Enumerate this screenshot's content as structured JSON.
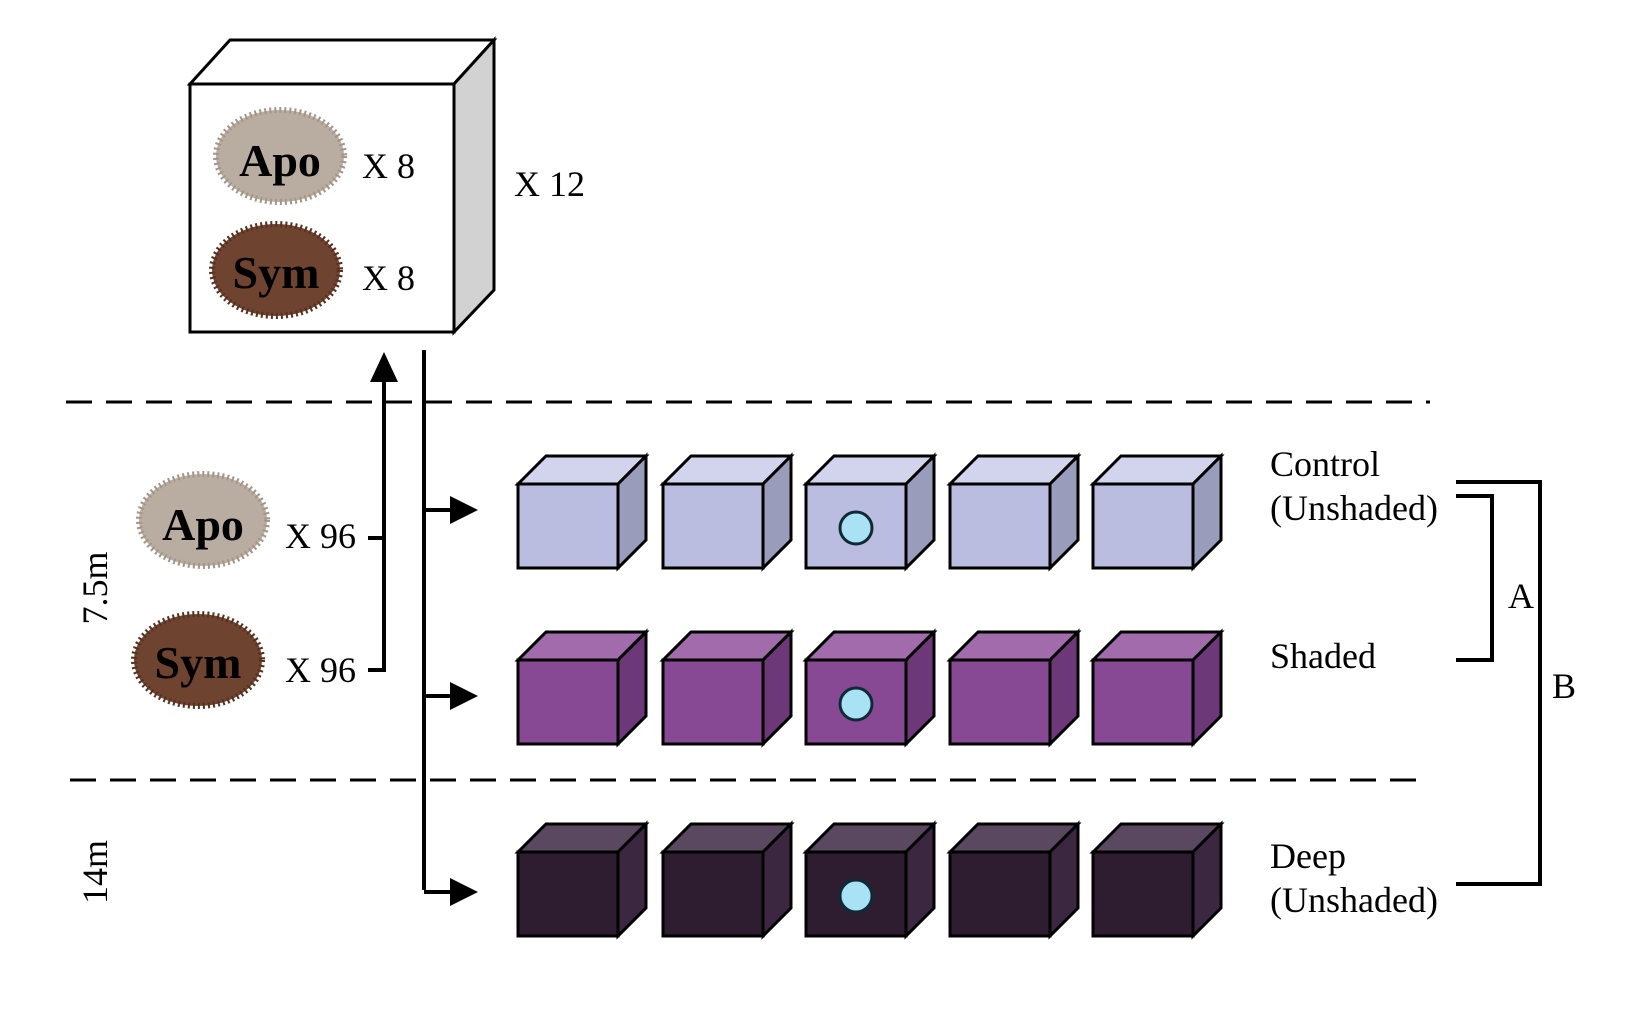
{
  "box": {
    "apo_label": "Apo",
    "apo_count": "X 8",
    "sym_label": "Sym",
    "sym_count": "X 8",
    "replicate_count": "X 12"
  },
  "source": {
    "apo_label": "Apo",
    "apo_count": "X 96",
    "sym_label": "Sym",
    "sym_count": "X 96"
  },
  "depths": {
    "shallow": "7.5m",
    "deep": "14m"
  },
  "rows": [
    {
      "label_line1": "Control",
      "label_line2": "(Unshaded)",
      "front": "#babde0",
      "top": "#d2d4ee",
      "side": "#9a9cbc"
    },
    {
      "label_line1": "Shaded",
      "label_line2": "",
      "front": "#874993",
      "top": "#a16bac",
      "side": "#6c3877"
    },
    {
      "label_line1": "Deep",
      "label_line2": "(Unshaded)",
      "front": "#2e1c31",
      "top": "#5a4760",
      "side": "#3b2740"
    }
  ],
  "comparisons": {
    "a": "A",
    "b": "B"
  },
  "colors": {
    "apo": "#b9ada2",
    "sym": "#6e4330",
    "marker": "#a8e2f4"
  }
}
